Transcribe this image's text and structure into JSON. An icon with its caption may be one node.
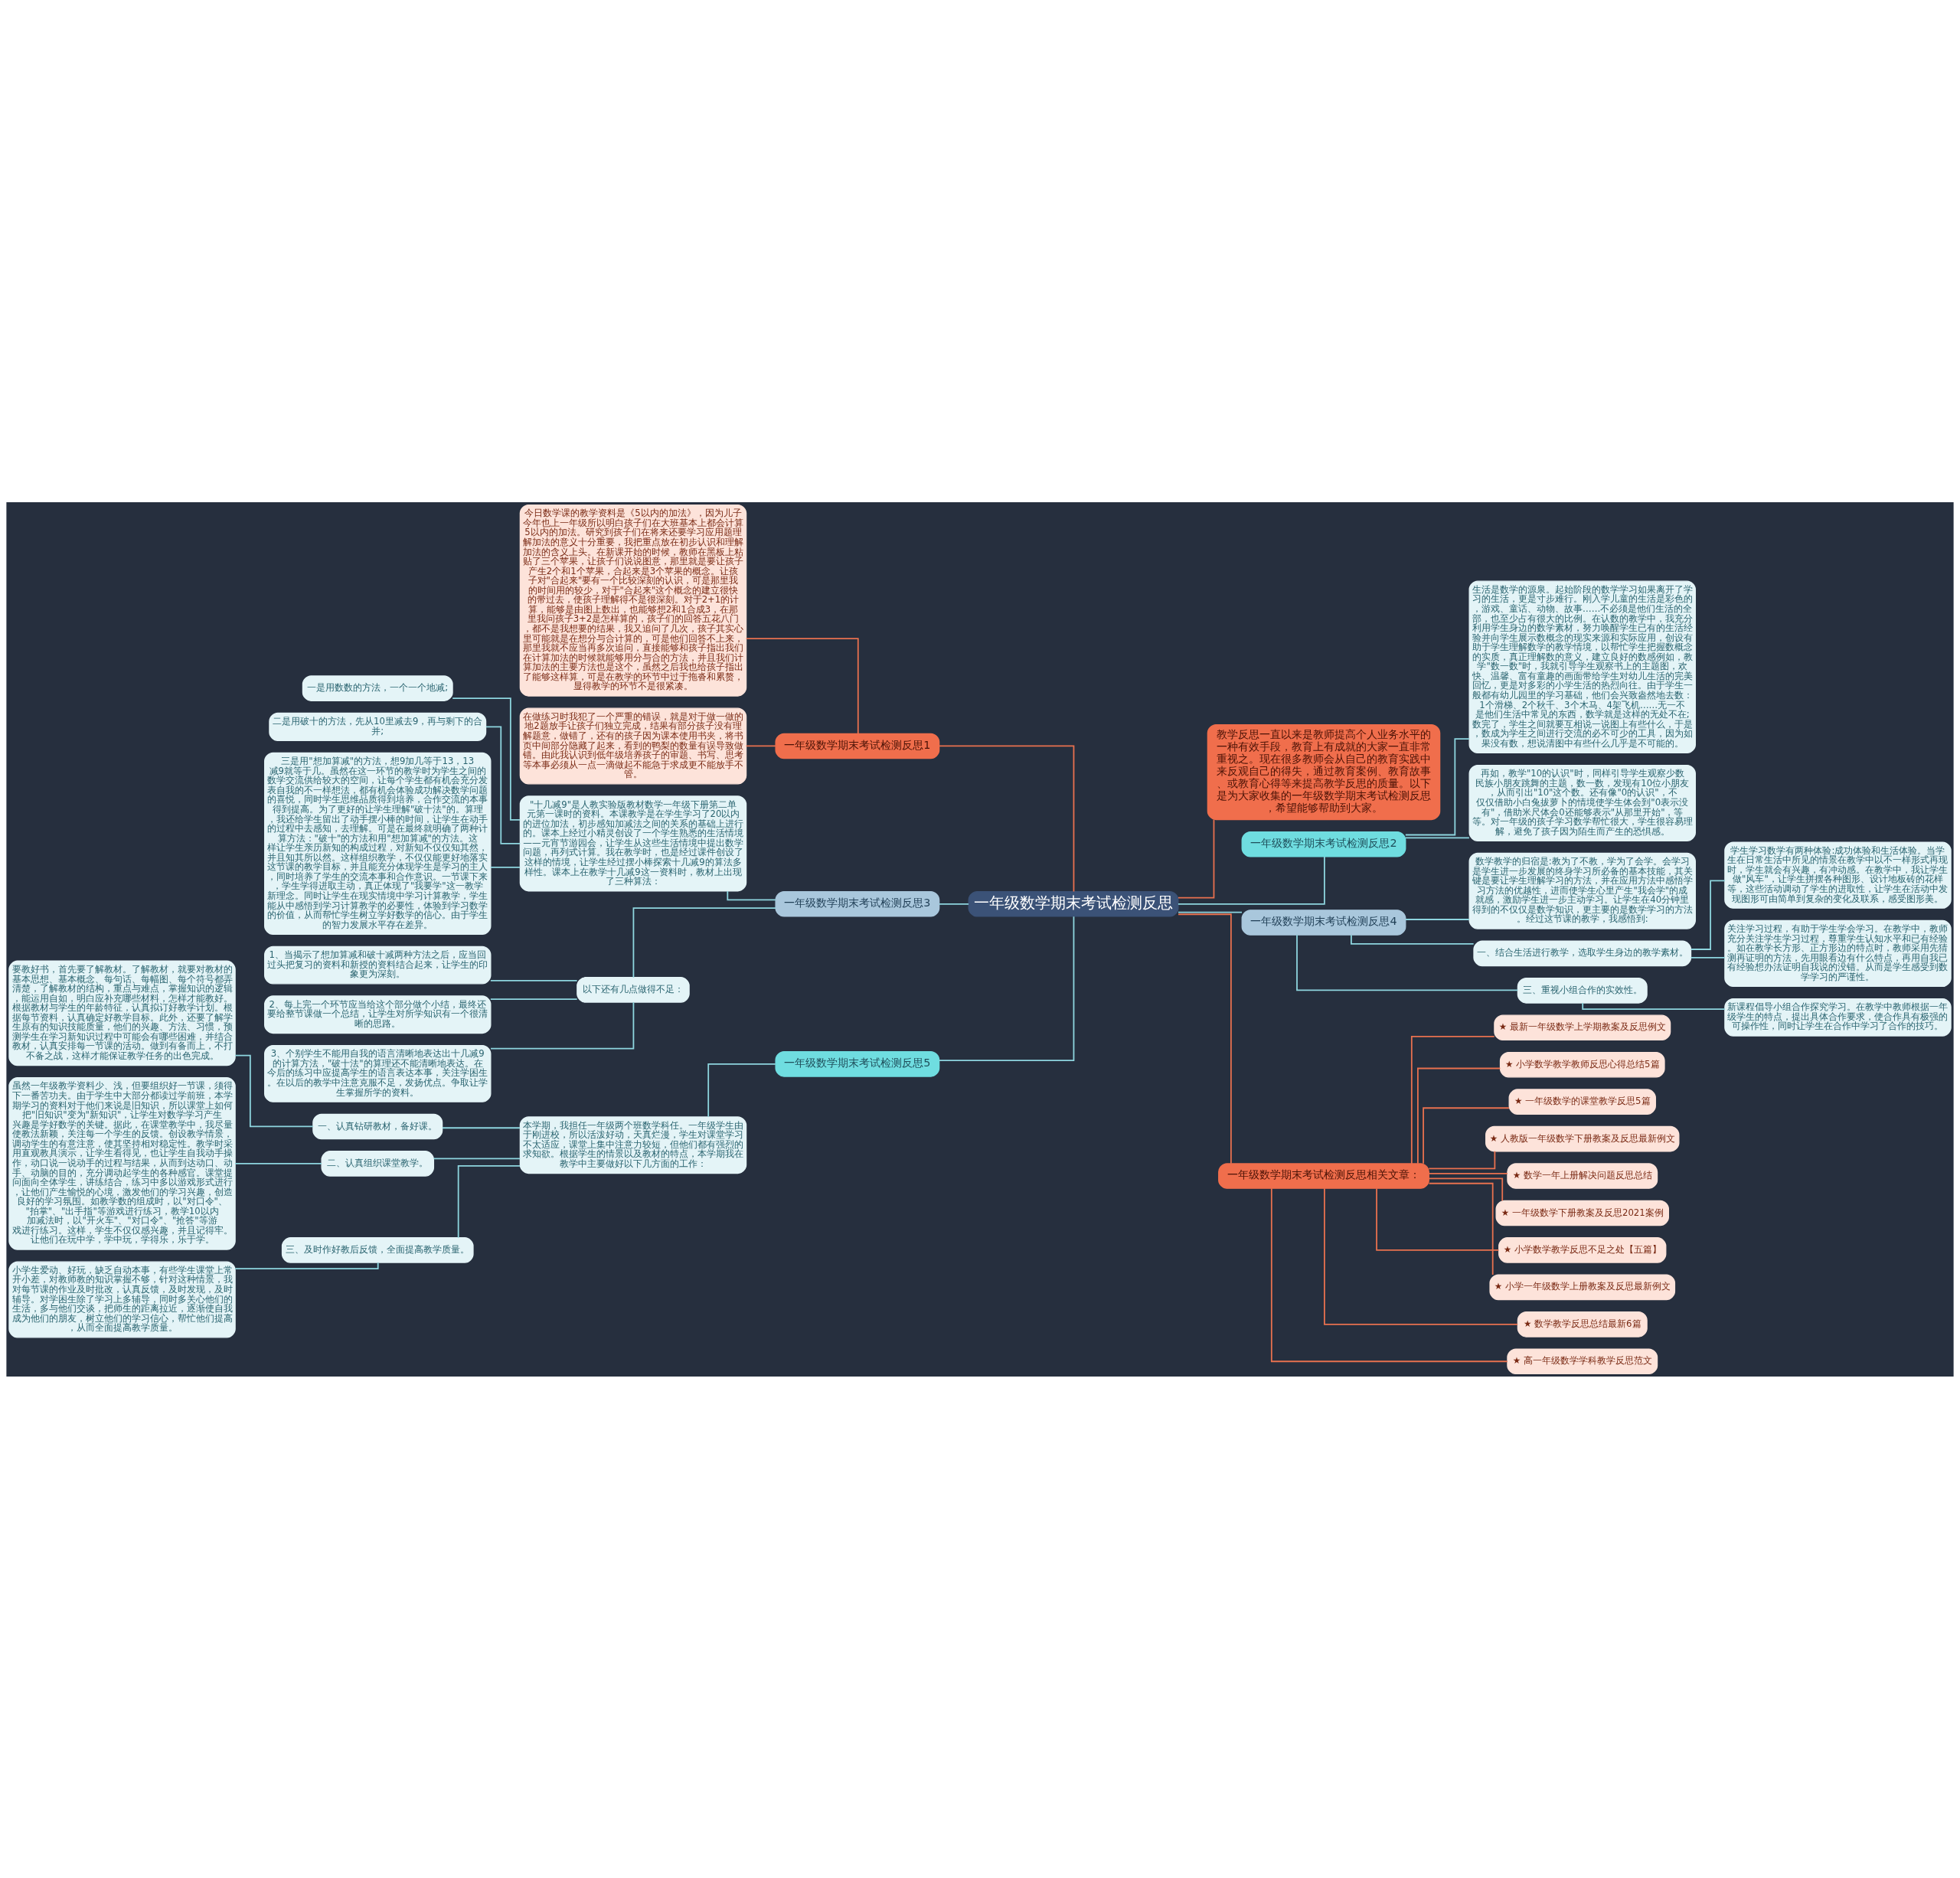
{
  "diagram": {
    "nodes": [
      {
        "text": [
          "一年级数学期末考试检测反思"
        ]
      },
      {
        "text": [
          "教学反思一直以来是教师提高个人业务水平的一种有效手段，教育上有成就的大家一直非常重视之。现在很多教师会从自己的教育实践中来反观自己的得失，通过教育案例、教育故事、或教育心得等来提高教学反思的质量。以下是为大家收集的一年级数学期末考试检测反思，希望能够帮助到大家。"
        ]
      },
      {
        "text": [
          "一年级数学期末考试检测反思1"
        ]
      },
      {
        "text": [
          "今日数学课的教学资料是《5以内的加法》，因为儿子今年也上一年级所以明白孩子们在大班基本上都会计算5以内的加法。研究到孩子们在将来还要学习应用题理解加法的意义十分重要，我把重点放在初步认识和理解加法的含义上头。在新课开始的时候，教师在黑板上粘贴了三个苹果，让孩子们说说图意，那里就是要让孩子产生2个和1个苹果，合起来是3个苹果的概念。让孩子对\"合起来\"要有一个比较深刻的认识，可是那里我的时间用的较少，对于\"合起来\"这个概念的建立很快的带过去，使孩子理解得不是很深刻。对于2+1的计算，能够是由图上数出，也能够想2和1合成3，在那里我问孩子3+2是怎样算的，孩子们的回答五花八门，都不是我想要的结果，我又追问了几次，孩子其实心里可能就是在想分与合计算的，可是他们回答不上来，那里我就不应当再多次追问，直接能够和孩子指出我们在计算加法的时候就能够用分与合的方法，并且我们计算加法的主要方法也是这个，虽然之后我也给孩子指出了能够这样算，可是在教学的环节中过于拖沓和累赘，显得教学的环节不是很紧凑。"
        ]
      },
      {
        "text": [
          "在做练习时我犯了一个严重的错误，就是对于做一做的地2题放手让孩子们独立完成，结果有部分孩子没有理解题意，做错了，还有的孩子因为课本使用书夹，将书页中间部分隐藏了起来，看到的鸭梨的数量有误导致做错。由此我认识到低年级培养孩子的审题、书写、思考等本事必须从一点一滴做起不能急于求成更不能放手不管。"
        ]
      },
      {
        "text": [
          "一年级数学期末考试检测反思2"
        ]
      },
      {
        "text": [
          "生活是数学的源泉。起始阶段的数学学习如果离开了学习的生活，更是寸步难行。刚入学儿童的生活是彩色的，游戏、童话、动物、故事……不必须是他们生活的全部，也至少占有很大的比例。在认数的教学中，我充分利用学生身边的数学素材，努力唤醒学生已有的生活经验并向学生展示数概念的现实来源和实际应用，创设有助于学生理解数学的教学情境，以帮忙学生把握数概念的实质，真正理解数的意义，建立良好的数感例如，教学\"数一数\"时，我就引导学生观察书上的主题图，欢快、温馨、富有童趣的画面带给学生对幼儿生活的完美回忆，更是对多彩的小学生活的热烈向往。由于学生一般都有幼儿园里的学习基础，他们会兴致盎然地去数：1个滑梯、2个秋千、3个木马、4架飞机……无一不是他们生活中常见的东西，数学就是这样的无处不在;数完了，学生之间就要互相说一说图上有些什么，于是，数成为学生之间进行交流的必不可少的工具，因为如果没有数，想说清图中有些什么几乎是不可能的。"
        ]
      },
      {
        "text": [
          "再如，教学\"10的认识\"时，同样引导学生观察少数民族小朋友跳舞的主题，数一数，发现有10位小朋友，从而引出\"10\"这个数。还有像\"0的认识\"，不仅仅借助小白兔拔萝卜的情境使学生体会到\"0表示没有\"，借助米尺体会0还能够表示\"从那里开始\"，等等。对一年级的孩子学习数学帮忙很大，学生很容易理解，避免了孩子因为陌生而产生的恐惧感。"
        ]
      },
      {
        "text": [
          "一年级数学期末考试检测反思3"
        ]
      },
      {
        "text": [
          "\"十几减9\"是人教实验版教材数学一年级下册第二单元第一课时的资料。本课教学是在学生学习了20以内的进位加法，初步感知加减法之间的关系的基础上进行的。课本上经过小精灵创设了一个学生熟悉的生活情境——元宵节游园会，让学生从这些生活情境中提出数学问题，再列式计算。我在教学时，也是经过课件创设了这样的情境，让学生经过摆小棒探索十几减9的算法多样性。课本上在教学十几减9这一资料时，教材上出现了三种算法："
        ]
      },
      {
        "text": [
          "一是用数数的方法，一个一个地减;"
        ]
      },
      {
        "text": [
          "二是用破十的方法，先从10里减去9，再与剩下的合并;"
        ]
      },
      {
        "text": [
          "三是用\"想加算减\"的方法，想9加几等于13，13减9就等于几。虽然在这一环节的教学时为学生之间的数学交流供给较大的空间，让每个学生都有机会充分发表自我的不一样想法，都有机会体验成功解决数学问题的喜悦，同时学生思维品质得到培养，合作交流的本事得到提高。为了更好的让学生理解\"破十法\"的。算理，我还给学生留出了动手摆小棒的时间，让学生在动手的过程中去感知，去理解。可是在最终就明确了两种计算方法：\"破十\"的方法和用\"想加算减\"的方法。这样让学生亲历新知的构成过程，对新知不仅仅知其然，并且知其所以然。这样组织教学，不仅仅能更好地落实这节课的教学目标，并且能充分体现学生是学习的主人，同时培养了学生的交流本事和合作意识。一节课下来，学生学得进取主动，真正体现了\"我要学\"这一教学新理念。同时让学生在现实情境中学习计算教学，学生能从中感悟到学习计算教学的必要性，体验到学习数学的价值，从而帮忙学生树立学好数学的信心。由于学生的智力发展水平存在差异。"
        ]
      },
      {
        "text": [
          "以下还有几点做得不足："
        ]
      },
      {
        "text": [
          "1、当揭示了想加算减和破十减两种方法之后，应当回过头把复习的资料和新授的资料结合起来，让学生的印象更为深刻。"
        ]
      },
      {
        "text": [
          "2、每上完一个环节应当给这个部分做个小结，最终还要给整节课做一个总结，让学生对所学知识有一个很清晰的思路。"
        ]
      },
      {
        "text": [
          "3、个别学生不能用自我的语言清晰地表达出十几减9的计算方法，\"破十法\"的算理还不能清晰地表达。在今后的练习中应提高学生的语言表达本事，关注学困生。在以后的教学中注意克服不足，发扬优点。争取让学生掌握所学的资料。"
        ]
      },
      {
        "text": [
          "一年级数学期末考试检测反思4"
        ]
      },
      {
        "text": [
          "数学教学的归宿是:教为了不教，学为了会学。会学习是学生进一步发展的终身学习所必备的基本技能，其关键是要让学生理解学习的方法，并在应用方法中感悟学习方法的优越性，进而使学生心里产生\"我会学\"的成就感，激励学生进一步主动学习。让学生在40分钟里得到的不仅仅是数学知识，更主要的是数学学习的方法。经过这节课的教学，我感悟到:"
        ]
      },
      {
        "text": [
          "一、结合生活进行教学，选取学生身边的教学素材。"
        ]
      },
      {
        "text": [
          "学生学习数学有两种体验:成功体验和生活体验。当学生在日常生活中所见的情景在教学中以不一样形式再现时，学生就会有兴趣，有冲动感。在教学中，我让学生做\"风车\"，让学生拼摆各种图形、设计地板砖的花样等，这些活动调动了学生的进取性，让学生在活动中发现图形可由简单到复杂的变化及联系，感受图形美。"
        ]
      },
      {
        "text": [
          "关注学习过程，有助于学生学会学习。在教学中，教师充分关注学生学习过程，尊重学生认知水平和已有经验。如在教学长方形、正方形边的特点时，教师采用先猜测再证明的方法，先用眼看边有什么特点，再用自我已有经验想办法证明自我说的没错。从而是学生感受到数学学习的严谨性。"
        ]
      },
      {
        "text": [
          "三、重视小组合作的实效性。"
        ]
      },
      {
        "text": [
          "新课程倡导小组合作探究学习。在教学中教师根据一年级学生的特点，提出具体合作要求，使合作具有极强的可操作性，同时让学生在合作中学习了合作的技巧。"
        ]
      },
      {
        "text": [
          "一年级数学期末考试检测反思5"
        ]
      },
      {
        "text": [
          "本学期，我担任一年级两个班数学科任。一年级学生由于刚进校，所以活泼好动，天真烂漫，学生对课堂学习不太适应，课堂上集中注意力较短，但他们都有强烈的求知欲。根据学生的情景以及教材的特点，本学期我在教学中主要做好以下几方面的工作："
        ]
      },
      {
        "text": [
          "一、认真钻研教材，备好课。"
        ]
      },
      {
        "text": [
          "要教好书，首先要了解教材。了解教材，就要对教材的基本思想、基本概念、每句话、每幅图、每个符号都弄清楚，了解教材的结构，重点与难点，掌握知识的逻辑，能运用自如，明白应补充哪些材料，怎样才能教好。根据教材与学生的年龄特征，认真拟订好教学计划。根据每节资料，认真确定好教学目标。此外，还要了解学生原有的知识技能质量，他们的兴趣、方法、习惯，预测学生在学习新知识过程中可能会有哪些困难，并结合教材，认真安排每一节课的活动。做到有备而上，不打不备之战，这样才能保证教学任务的出色完成。"
        ]
      },
      {
        "text": [
          "二、认真组织课堂教学。"
        ]
      },
      {
        "text": [
          "虽然一年级教学资料少、浅，但要组织好一节课，须得下一番苦功夫。由于学生中大部分都读过学前班，本学期学习的资料对于他们来说是旧知识，所以课堂上如何把\"旧知识\"变为\"新知识\"，让学生对数学学习产生兴趣是学好数学的关键。据此，在课堂教学中，我尽量使教法新颖，关注每一个学生的反馈。创设教学情景，调动学生的有意注意，使其坚持相对稳定性。教学时采用直观教具演示，让学生看得见，也让学生自我动手操作，动口说一说动手的过程与结果，从而到达动口、动手、动脑的目的，充分调动起学生的各种感官。课堂提问面向全体学生，讲练结合，练习中多以游戏形式进行，让他们产生愉悦的心境，激发他们的学习兴趣，创造良好的学习氛围。如教学数的组成时，以\"对口令\"、\"拍掌\"、\"出手指\"等游戏进行练习，教学10以内加减法时，以\"开火车\"、\"对口令\"、\"抢答\"等游戏进行练习。这样，学生不仅仅感兴趣，并且记得牢。让他们在玩中学，学中玩，学得乐，乐于学。"
        ]
      },
      {
        "text": [
          "三、及时作好教后反馈，全面提高教学质量。"
        ]
      },
      {
        "text": [
          "小学生爱动、好玩，缺乏自动本事，有些学生课堂上常开小差，对教师教的知识掌握不够，针对这种情景，我对每节课的作业及时批改，认真反馈，及时发现，及时辅导。对学困生除了学习上多辅导，同时多关心他们的生活，多与他们交谈，把师生的距离拉近，逐渐使自我成为他们的朋友，树立他们的学习信心，帮忙他们提高，从而全面提高教学质量。"
        ]
      },
      {
        "text": [
          "一年级数学期末考试检测反思相关文章："
        ]
      },
      {
        "text": [
          "★ 最新一年级数学上学期教案及反思例文"
        ]
      },
      {
        "text": [
          "★ 小学数学教学教师反思心得总结5篇"
        ]
      },
      {
        "text": [
          "★ 一年级数学的课堂教学反思5篇"
        ]
      },
      {
        "text": [
          "★ 人教版一年级数学下册教案及反思最新例文"
        ]
      },
      {
        "text": [
          "★ 数学一年上册解决问题反思总结"
        ]
      },
      {
        "text": [
          "★ 一年级数学下册教案及反思2021案例"
        ]
      },
      {
        "text": [
          "★ 小学数学教学反思不足之处【五篇】"
        ]
      },
      {
        "text": [
          "★ 小学一年级数学上册教案及反思最新例文"
        ]
      },
      {
        "text": [
          "★ 数学教学反思总结最新6篇"
        ]
      },
      {
        "text": [
          "★ 高一年级数学学科教学反思范文"
        ]
      }
    ],
    "edges": [
      {
        "from": 0,
        "to": 1,
        "arrow": "none",
        "color": "#e8714f"
      },
      {
        "from": 0,
        "to": 2,
        "arrow": "none",
        "color": "#e8714f"
      },
      {
        "from": 2,
        "to": 3,
        "arrow": "none",
        "color": "#e8714f"
      },
      {
        "from": 2,
        "to": 4,
        "arrow": "none",
        "color": "#e8714f"
      },
      {
        "from": 0,
        "to": 5,
        "arrow": "none"
      },
      {
        "from": 5,
        "to": 6,
        "arrow": "none"
      },
      {
        "from": 5,
        "to": 7,
        "arrow": "none"
      },
      {
        "from": 0,
        "to": 8,
        "arrow": "none"
      },
      {
        "from": 8,
        "to": 9,
        "arrow": "none"
      },
      {
        "from": 9,
        "to": 10,
        "arrow": "none"
      },
      {
        "from": 9,
        "to": 11,
        "arrow": "none"
      },
      {
        "from": 9,
        "to": 12,
        "arrow": "none"
      },
      {
        "from": 8,
        "to": 13,
        "arrow": "none"
      },
      {
        "from": 13,
        "to": 14,
        "arrow": "none"
      },
      {
        "from": 13,
        "to": 15,
        "arrow": "none"
      },
      {
        "from": 13,
        "to": 16,
        "arrow": "none"
      },
      {
        "from": 0,
        "to": 17,
        "arrow": "none"
      },
      {
        "from": 17,
        "to": 18,
        "arrow": "none"
      },
      {
        "from": 17,
        "to": 19,
        "arrow": "none"
      },
      {
        "from": 19,
        "to": 20,
        "arrow": "none"
      },
      {
        "from": 19,
        "to": 21,
        "arrow": "none"
      },
      {
        "from": 17,
        "to": 22,
        "arrow": "none"
      },
      {
        "from": 22,
        "to": 23,
        "arrow": "none"
      },
      {
        "from": 0,
        "to": 24,
        "arrow": "none"
      },
      {
        "from": 24,
        "to": 25,
        "arrow": "none"
      },
      {
        "from": 25,
        "to": 26,
        "arrow": "none"
      },
      {
        "from": 26,
        "to": 27,
        "arrow": "none"
      },
      {
        "from": 25,
        "to": 28,
        "arrow": "none"
      },
      {
        "from": 28,
        "to": 29,
        "arrow": "none"
      },
      {
        "from": 25,
        "to": 30,
        "arrow": "none"
      },
      {
        "from": 30,
        "to": 31,
        "arrow": "none"
      },
      {
        "from": 0,
        "to": 32,
        "arrow": "none",
        "color": "#e8714f"
      },
      {
        "from": 32,
        "to": 33,
        "arrow": "none",
        "color": "#e8714f"
      },
      {
        "from": 32,
        "to": 34,
        "arrow": "none",
        "color": "#e8714f"
      },
      {
        "from": 32,
        "to": 35,
        "arrow": "none",
        "color": "#e8714f"
      },
      {
        "from": 32,
        "to": 36,
        "arrow": "none",
        "color": "#e8714f"
      },
      {
        "from": 32,
        "to": 37,
        "arrow": "none",
        "color": "#e8714f"
      },
      {
        "from": 32,
        "to": 38,
        "arrow": "none",
        "color": "#e8714f"
      },
      {
        "from": 32,
        "to": 39,
        "arrow": "none",
        "color": "#e8714f"
      },
      {
        "from": 32,
        "to": 40,
        "arrow": "none",
        "color": "#e8714f"
      },
      {
        "from": 32,
        "to": 41,
        "arrow": "none",
        "color": "#e8714f"
      },
      {
        "from": 32,
        "to": 42,
        "arrow": "none",
        "color": "#e8714f"
      }
    ]
  }
}
